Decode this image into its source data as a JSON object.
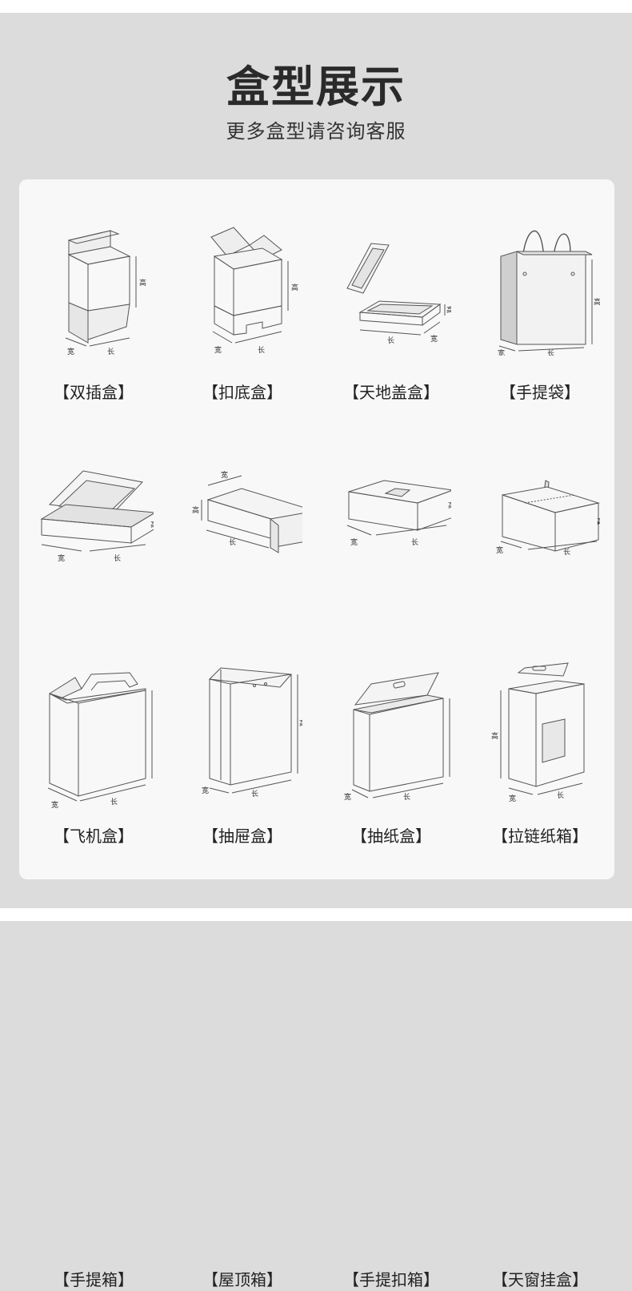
{
  "header": {
    "title": "盒型展示",
    "subtitle": "更多盒型请咨询客服"
  },
  "dimension_labels": {
    "length": "长",
    "width": "宽",
    "height": "高"
  },
  "boxes": [
    {
      "label": "【双插盒】",
      "icon": "double-tuck-box-icon"
    },
    {
      "label": "【扣底盒】",
      "icon": "lock-bottom-box-icon"
    },
    {
      "label": "【天地盖盒】",
      "icon": "lid-base-box-icon"
    },
    {
      "label": "【手提袋】",
      "icon": "handbag-icon"
    },
    {
      "label": "【飞机盒】",
      "icon": "mailer-box-icon"
    },
    {
      "label": "【抽屉盒】",
      "icon": "drawer-box-icon"
    },
    {
      "label": "【抽纸盒】",
      "icon": "tissue-box-icon"
    },
    {
      "label": "【拉链纸箱】",
      "icon": "zipper-carton-icon"
    },
    {
      "label": "【手提箱】",
      "icon": "handle-box-icon"
    },
    {
      "label": "【屋顶箱】",
      "icon": "roof-box-icon"
    },
    {
      "label": "【手提扣箱】",
      "icon": "handle-lock-box-icon"
    },
    {
      "label": "【天窗挂盒】",
      "icon": "window-hanger-box-icon"
    }
  ],
  "colors": {
    "background": "#dcdcdc",
    "panel": "#f8f8f8",
    "title": "#2a2a2a",
    "line": "#555555"
  }
}
